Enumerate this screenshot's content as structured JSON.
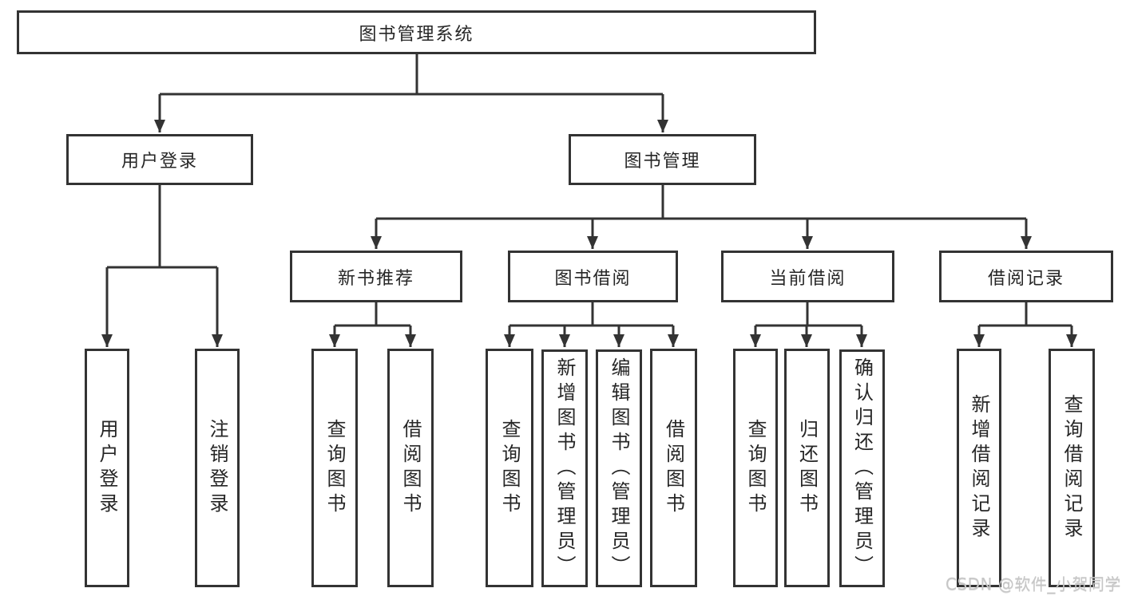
{
  "diagram": {
    "title": "图书管理系统",
    "watermark": "CSDN @软件_小贺同学",
    "colors": {
      "line": "#333333",
      "text": "#262626",
      "box_fill": "#ffffff",
      "background": "#ffffff",
      "watermark": "#c6c6c6"
    },
    "nodes": {
      "root": {
        "label": "图书管理系统"
      },
      "user_login": {
        "label": "用户登录"
      },
      "book_mgmt": {
        "label": "图书管理"
      },
      "new_book_rec": {
        "label": "新书推荐"
      },
      "book_borrow": {
        "label": "图书借阅"
      },
      "current_borrow": {
        "label": "当前借阅"
      },
      "borrow_record": {
        "label": "借阅记录"
      },
      "leaf_user_login": {
        "label": "用户登录"
      },
      "leaf_logout": {
        "label": "注销登录"
      },
      "leaf_query_book_rec": {
        "label": "查询图书"
      },
      "leaf_borrow_book_rec": {
        "label": "借阅图书"
      },
      "leaf_query_book_borrow": {
        "label": "查询图书"
      },
      "leaf_add_book": {
        "label": "新增图书（管理员）"
      },
      "leaf_edit_book": {
        "label": "编辑图书（管理员）"
      },
      "leaf_borrow_book_borrow": {
        "label": "借阅图书"
      },
      "leaf_query_book_current": {
        "label": "查询图书"
      },
      "leaf_return_book": {
        "label": "归还图书"
      },
      "leaf_confirm_return": {
        "label": "确认归还（管理员）"
      },
      "leaf_add_borrow_record": {
        "label": "新增借阅记录"
      },
      "leaf_query_borrow_record": {
        "label": "查询借阅记录"
      }
    }
  }
}
